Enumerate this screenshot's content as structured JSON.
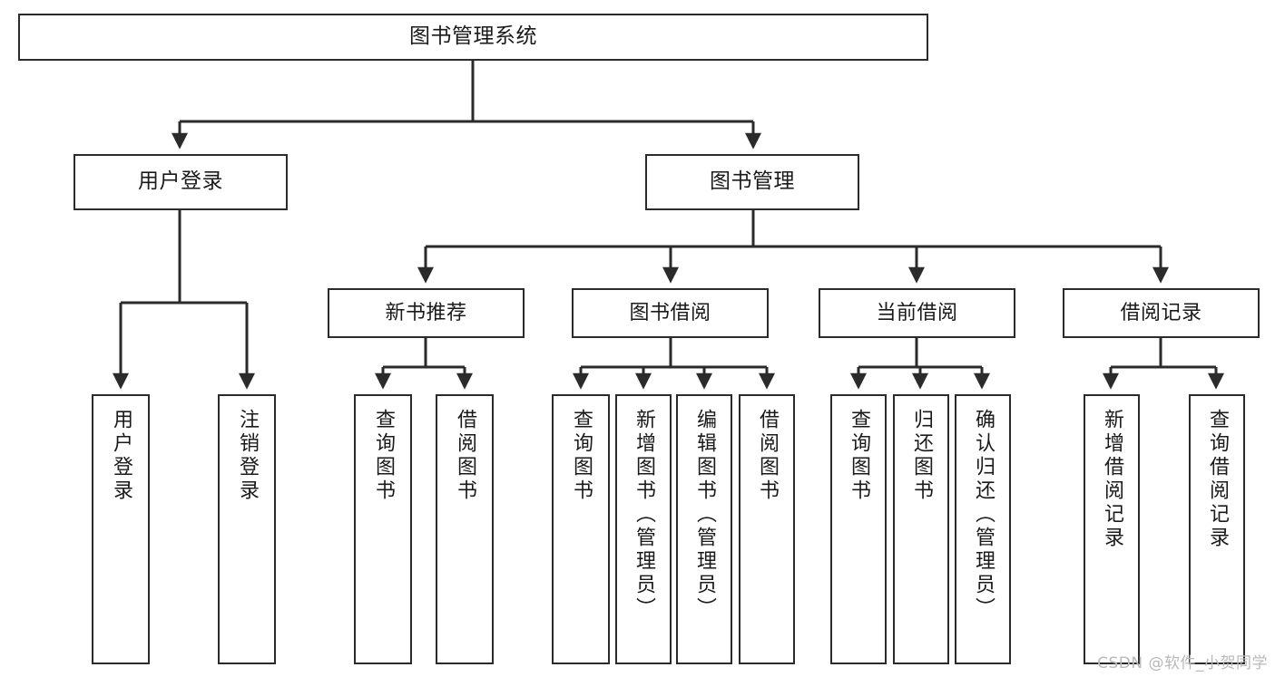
{
  "diagram": {
    "title": "图书管理系统",
    "type": "hierarchy-tree",
    "colors": {
      "node_border": "#2b2b2b",
      "node_fill": "#ffffff",
      "edge": "#2b2b2b",
      "text": "#1a1a1a",
      "watermark": "#b9b9b9",
      "background": "#ffffff"
    },
    "root": {
      "label": "图书管理系统"
    },
    "level1": [
      {
        "label": "用户登录"
      },
      {
        "label": "图书管理"
      }
    ],
    "level2": [
      {
        "label": "新书推荐"
      },
      {
        "label": "图书借阅"
      },
      {
        "label": "当前借阅"
      },
      {
        "label": "借阅记录"
      }
    ],
    "leaves": [
      {
        "label": "用户登录",
        "parent": "用户登录"
      },
      {
        "label": "注销登录",
        "parent": "用户登录"
      },
      {
        "label": "查询图书",
        "parent": "新书推荐"
      },
      {
        "label": "借阅图书",
        "parent": "新书推荐"
      },
      {
        "label": "查询图书",
        "parent": "图书借阅"
      },
      {
        "label": "新增图书（管理员）",
        "parent": "图书借阅"
      },
      {
        "label": "编辑图书（管理员）",
        "parent": "图书借阅"
      },
      {
        "label": "借阅图书",
        "parent": "图书借阅"
      },
      {
        "label": "查询图书",
        "parent": "当前借阅"
      },
      {
        "label": "归还图书",
        "parent": "当前借阅"
      },
      {
        "label": "确认归还（管理员）",
        "parent": "当前借阅"
      },
      {
        "label": "新增借阅记录",
        "parent": "借阅记录"
      },
      {
        "label": "查询借阅记录",
        "parent": "借阅记录"
      }
    ],
    "watermark": "CSDN @软件_小贺同学"
  }
}
